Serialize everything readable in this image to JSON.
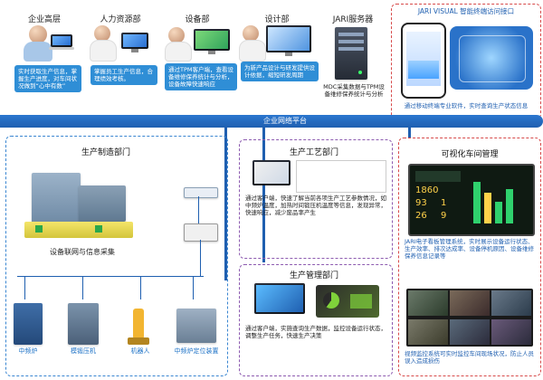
{
  "top": {
    "roles": [
      {
        "title": "企业高层",
        "desc": "实时获取生产信息，掌握生产进度，对车间状况做到“心中有数”"
      },
      {
        "title": "人力资源部",
        "desc": "掌握员工生产信息，合理绩效考核。"
      },
      {
        "title": "设备部",
        "desc": "通过TPM客户端，查看设备维修保养统计与分析，设备故障快速响应"
      },
      {
        "title": "设计部",
        "desc": "为新产品设计与研发提供设计依据，缩短研发周期"
      },
      {
        "title": "JARI服务器",
        "desc": "MDC采集数据与TPM设备维修保养统计与分析"
      }
    ],
    "remote": {
      "title": "JARI VISUAL 智能终端访问接口",
      "desc": "通过移动终端专业软件，实时查询生产状态信息"
    }
  },
  "network": {
    "label": "企业网络平台"
  },
  "sections": {
    "manufacturing": {
      "title": "生产制造部门",
      "net_label": "设备联网与信息采集",
      "devices": [
        {
          "label": "中频炉"
        },
        {
          "label": "模锻压机"
        },
        {
          "label": "机器人"
        },
        {
          "label": "中频炉定位装置"
        }
      ]
    },
    "process": {
      "title": "生产工艺部门",
      "desc": "通过客户端，快速了解当前各项生产工艺参数情况，如中频炉温度，加热时间锻压机温度等信息，发现异常，快速响应，减少废品率产生"
    },
    "management": {
      "title": "生产管理部门",
      "desc": "通过客户端，实施查询生产数据，监控设备运行状态，调整生产任务，快速生产决策"
    },
    "visual": {
      "title": "可视化车间管理",
      "desc": "JARI电子看板管理系统，实时展示设备运行状态、生产效率、排次达成率、设备停机原因、设备维修保养信息记录等",
      "monitor_desc": "视频监控系统可实时监控车间现场状况，防止人员误入造成损伤",
      "board_numbers": [
        "1860",
        "93",
        "1",
        "26",
        "9"
      ]
    }
  },
  "colors": {
    "accent_blue": "#2f8ed6",
    "network_bar": "#1f5fb0",
    "red_frame": "#d74a4a",
    "purple_frame": "#8d5bb0"
  }
}
